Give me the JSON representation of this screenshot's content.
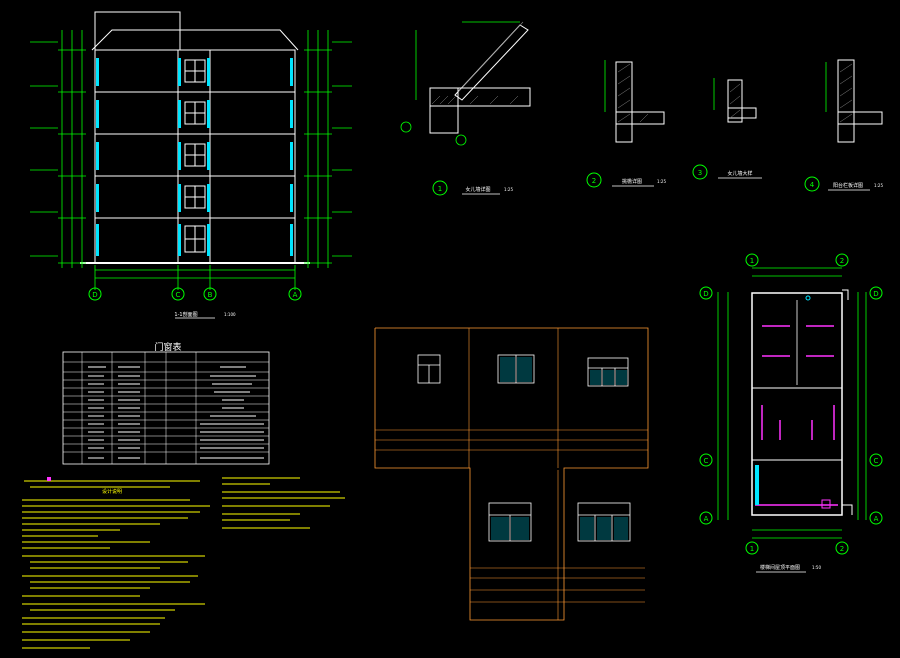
{
  "colors": {
    "background": "#000000",
    "line": "#ffffff",
    "dimension": "#00ff00",
    "glass": "#00e5ff",
    "note": "#ffff00",
    "frame": "#ff9933",
    "furniture": "#ff33ff",
    "hatch": "#888888"
  },
  "elevation": {
    "caption": "1-1剖面图",
    "scale": "1:100",
    "axes": [
      "D",
      "C",
      "B",
      "A"
    ]
  },
  "plan": {
    "caption": "楼梯间屋顶平面图",
    "scale": "1:50",
    "axes_left": [
      "D",
      "C",
      "A"
    ],
    "axes_right": [
      "D",
      "C",
      "A"
    ],
    "axes_top": [
      "1",
      "2"
    ],
    "axes_bottom": [
      "1",
      "2"
    ]
  },
  "details": [
    {
      "number": "1",
      "title": "女儿墙详图",
      "scale": "1:25"
    },
    {
      "number": "2",
      "title": "挑檐详图",
      "scale": "1:25"
    },
    {
      "number": "3",
      "title": "女儿墙大样",
      "scale": ""
    },
    {
      "number": "4",
      "title": "阳台栏板详图",
      "scale": "1:25"
    }
  ],
  "door_window_table": {
    "title": "门窗表"
  },
  "notes": {
    "heading": "设计说明"
  }
}
